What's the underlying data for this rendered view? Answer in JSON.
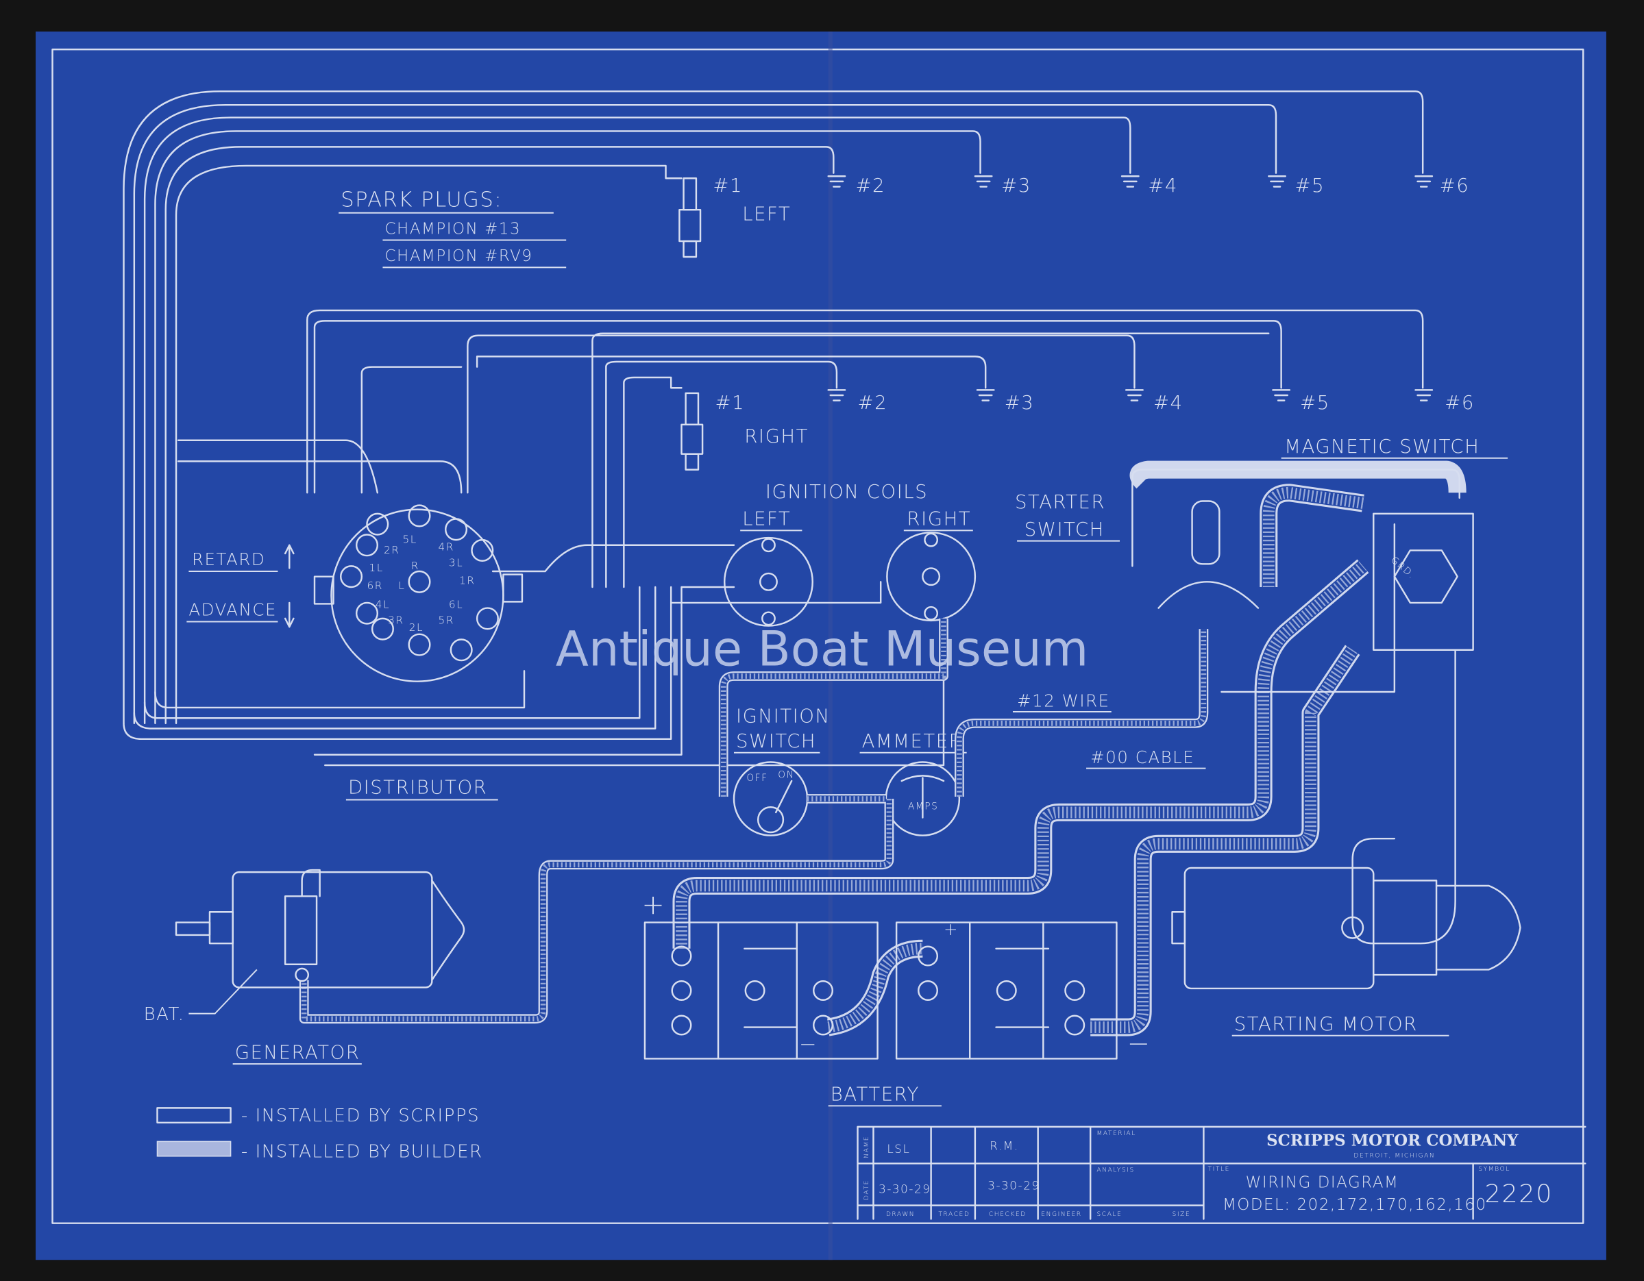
{
  "colors": {
    "blueprint": "#2347a6",
    "line": "#d7def0",
    "frame": "#141414"
  },
  "watermark": "Antique Boat Museum",
  "spark_plugs": {
    "heading": "SPARK PLUGS:",
    "types": [
      "CHAMPION #13",
      "CHAMPION #RV9"
    ],
    "left_label": "LEFT",
    "right_label": "RIGHT",
    "numbers": [
      "#1",
      "#2",
      "#3",
      "#4",
      "#5",
      "#6"
    ]
  },
  "distributor": {
    "label": "DISTRIBUTOR",
    "retard": "RETARD",
    "advance": "ADVANCE",
    "terminals": [
      "5L",
      "2R",
      "4R",
      "1L",
      "R",
      "3L",
      "1R",
      "6R",
      "L",
      "4L",
      "6L",
      "3R",
      "2L",
      "5R"
    ]
  },
  "ignition_coils": {
    "label": "IGNITION COILS",
    "left": "LEFT",
    "right": "RIGHT"
  },
  "starter_switch": {
    "line1": "STARTER",
    "line2": "SWITCH"
  },
  "magnetic_switch": {
    "label": "MAGNETIC SWITCH",
    "ground": "GRD."
  },
  "ignition_switch": {
    "line1": "IGNITION",
    "line2": "SWITCH",
    "off": "OFF",
    "on": "ON"
  },
  "ammeter": {
    "label": "AMMETER",
    "dial": "AMPS"
  },
  "wires": {
    "wire12": "#12 WIRE",
    "cable00": "#00 CABLE"
  },
  "generator": {
    "label": "GENERATOR",
    "bat": "BAT."
  },
  "battery": {
    "label": "BATTERY",
    "plus": "+",
    "minus": "−"
  },
  "starting_motor": {
    "label": "STARTING MOTOR"
  },
  "legend": {
    "scripps": "- INSTALLED BY SCRIPPS",
    "builder": "- INSTALLED BY BUILDER"
  },
  "title_block": {
    "company": "SCRIPPS MOTOR COMPANY",
    "location": "DETROIT, MICHIGAN",
    "name_label": "NAME",
    "date_label": "DATE",
    "drawn_name": "LSL",
    "checked_name": "R.M.",
    "drawn_date": "3-30-29",
    "checked_date": "3-30-29",
    "material_label": "MATERIAL",
    "analysis_label": "ANALYSIS",
    "title_label": "TITLE",
    "symbol_label": "SYMBOL",
    "footer": [
      "DRAWN",
      "TRACED",
      "CHECKED",
      "ENGINEER",
      "SCALE",
      "SIZE"
    ],
    "title_line1": "WIRING DIAGRAM",
    "title_line2": "MODEL: 202,172,170,162,160",
    "symbol": "2220"
  }
}
